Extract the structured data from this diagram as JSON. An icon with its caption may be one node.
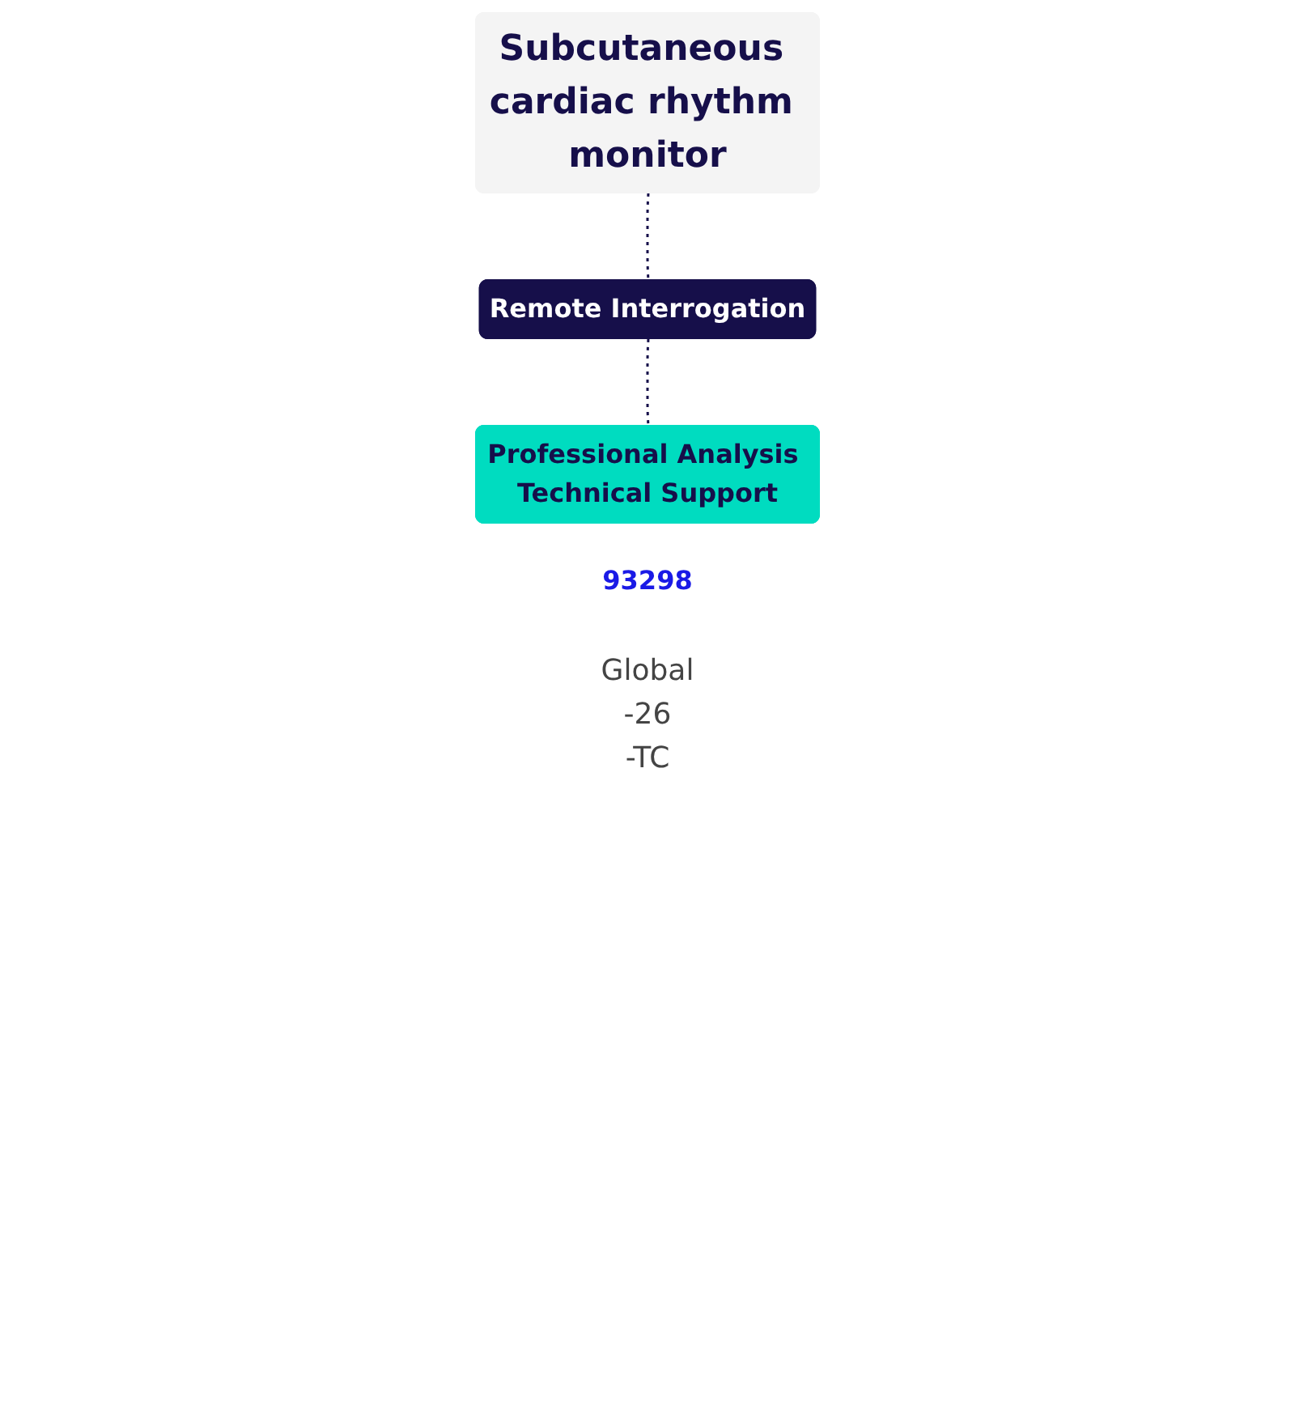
{
  "diagram": {
    "nodes": [
      {
        "text": [
          "Subcutaneous cardiac rhythm monitor"
        ]
      },
      {
        "text": [
          "Remote Interrogation"
        ]
      },
      {
        "text": [
          "Professional Analysis Technical Support"
        ],
        "beside": [
          "93298",
          "Global -26 -TC"
        ]
      }
    ],
    "edges": [
      {
        "from": 0,
        "to": 1,
        "arrow": "none",
        "style": "dashed"
      },
      {
        "from": 1,
        "to": 2,
        "arrow": "none",
        "style": "dashed"
      }
    ]
  }
}
